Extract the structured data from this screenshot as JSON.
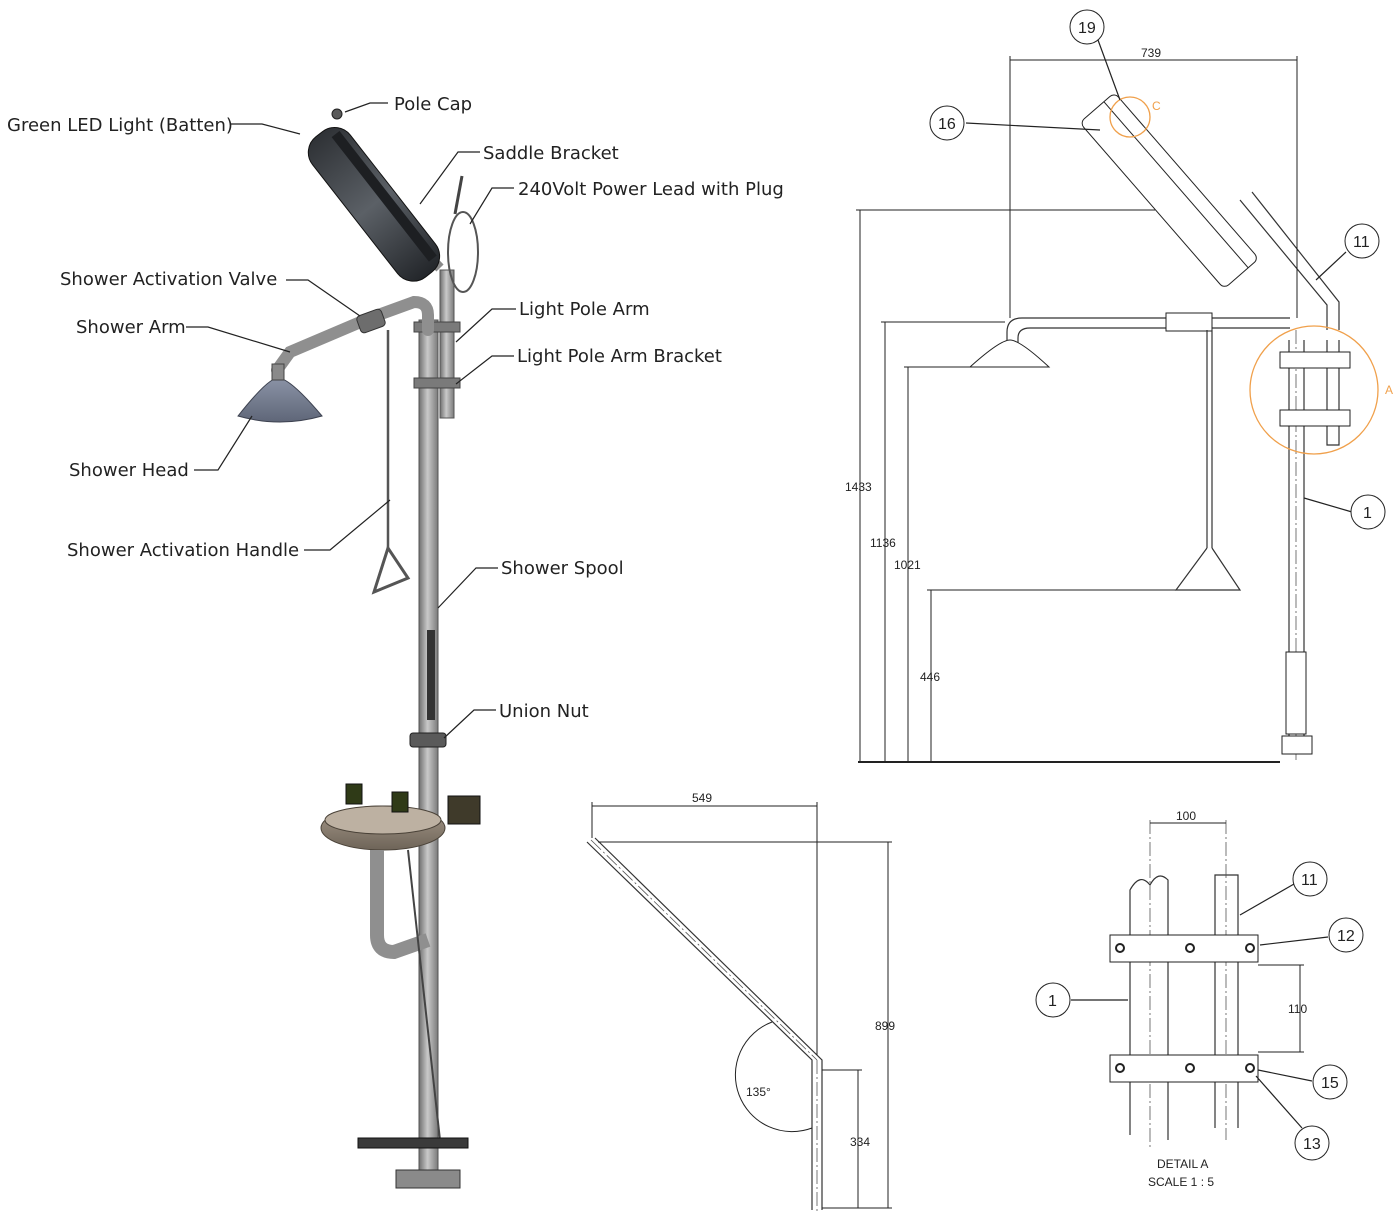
{
  "labels": {
    "led_light": "Green LED Light (Batten)",
    "pole_cap": "Pole Cap",
    "saddle_bracket": "Saddle Bracket",
    "power_lead": "240Volt Power Lead with Plug",
    "activation_valve": "Shower Activation Valve",
    "shower_arm": "Shower Arm",
    "light_pole_arm": "Light Pole Arm",
    "light_pole_arm_bracket": "Light Pole Arm Bracket",
    "shower_head": "Shower Head",
    "activation_handle": "Shower Activation Handle",
    "shower_spool": "Shower Spool",
    "union_nut": "Union Nut"
  },
  "side_view": {
    "dims": {
      "width_739": "739",
      "height_1433": "1433",
      "height_1136": "1136",
      "height_1021": "1021",
      "height_446": "446"
    },
    "balloons": {
      "b19": "19",
      "b16": "16",
      "b11": "11",
      "b1": "1"
    },
    "detail_marks": {
      "c": "C",
      "a": "A"
    }
  },
  "arm_view": {
    "dims": {
      "width_549": "549",
      "height_899": "899",
      "height_334": "334",
      "angle": "135°"
    }
  },
  "detail_a": {
    "dims": {
      "spacing_100": "100",
      "spacing_110": "110"
    },
    "balloons": {
      "b11": "11",
      "b12": "12",
      "b1": "1",
      "b15": "15",
      "b13": "13"
    },
    "caption_title": "DETAIL A",
    "caption_scale": "SCALE 1 : 5"
  },
  "colors": {
    "line": "#222222",
    "metal": "#9a9a9a",
    "accent": "#f0a04b",
    "light_housing": "#3a3d42"
  }
}
